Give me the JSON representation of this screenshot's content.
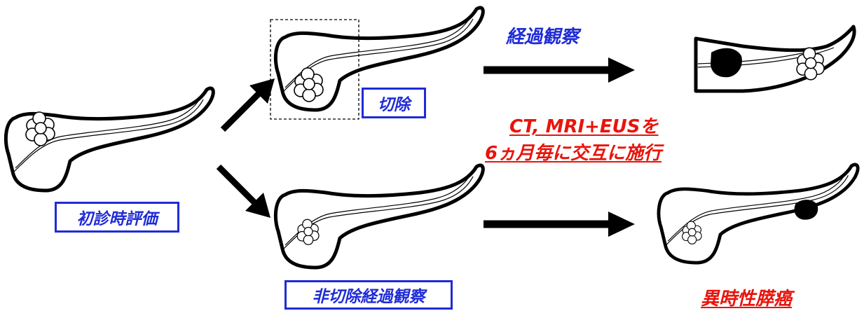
{
  "labels": {
    "initial_eval": "初診時評価",
    "resection": "切除",
    "nonresection": "非切除経過観察",
    "observation": "経過観察",
    "followup_line1": "CT, MRI+EUSを",
    "followup_line2": "6ヵ月毎に交互に施行",
    "metachronous": "異時性膵癌"
  },
  "colors": {
    "label_blue": "#1f2bd6",
    "label_red": "#e8140c",
    "outline": "#000000",
    "tumor": "#000000"
  }
}
